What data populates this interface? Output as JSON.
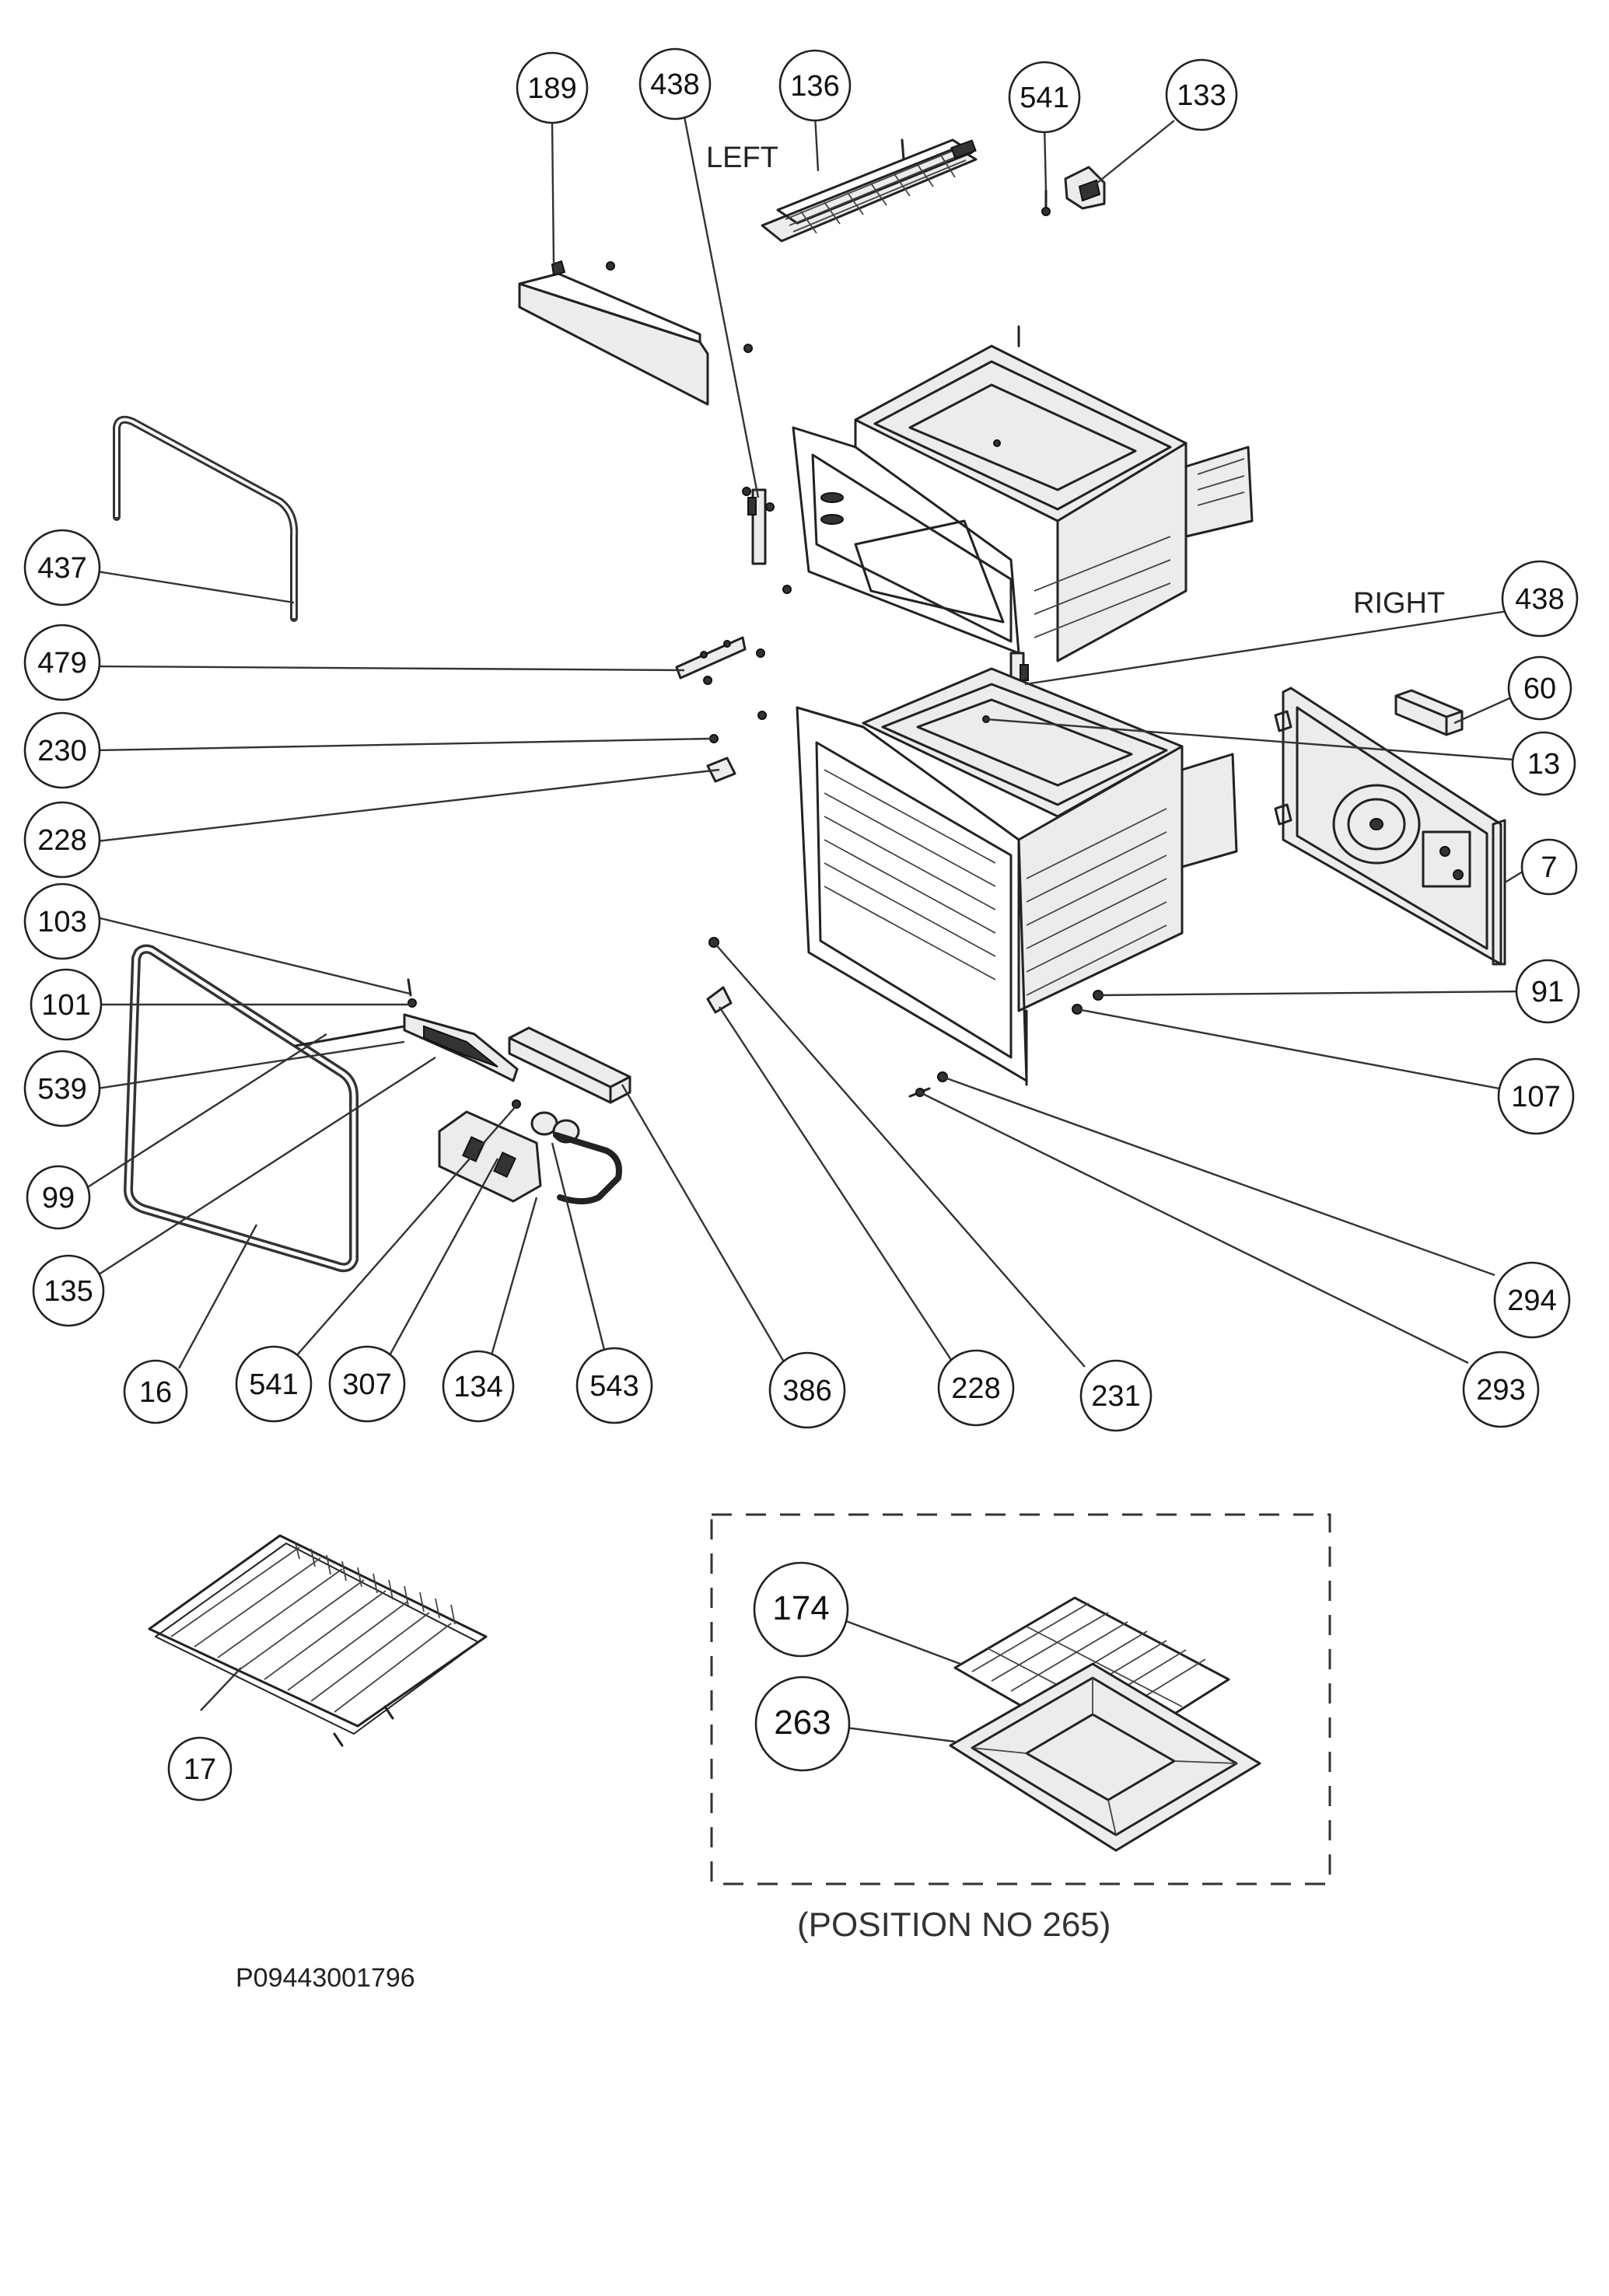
{
  "labels": {
    "left": "LEFT",
    "right": "RIGHT",
    "position_note": "(POSITION NO 265)",
    "drawing_code": "P09443001796"
  },
  "callouts": [
    {
      "id": "c189",
      "text": "189"
    },
    {
      "id": "c438a",
      "text": "438"
    },
    {
      "id": "c136",
      "text": "136"
    },
    {
      "id": "c541a",
      "text": "541"
    },
    {
      "id": "c133",
      "text": "133"
    },
    {
      "id": "c437",
      "text": "437"
    },
    {
      "id": "c438b",
      "text": "438"
    },
    {
      "id": "c60",
      "text": "60"
    },
    {
      "id": "c479",
      "text": "479"
    },
    {
      "id": "c13",
      "text": "13"
    },
    {
      "id": "c230",
      "text": "230"
    },
    {
      "id": "c7",
      "text": "7"
    },
    {
      "id": "c228a",
      "text": "228"
    },
    {
      "id": "c103",
      "text": "103"
    },
    {
      "id": "c91",
      "text": "91"
    },
    {
      "id": "c101",
      "text": "101"
    },
    {
      "id": "c107",
      "text": "107"
    },
    {
      "id": "c539",
      "text": "539"
    },
    {
      "id": "c99",
      "text": "99"
    },
    {
      "id": "c294",
      "text": "294"
    },
    {
      "id": "c135",
      "text": "135"
    },
    {
      "id": "c293",
      "text": "293"
    },
    {
      "id": "c16",
      "text": "16"
    },
    {
      "id": "c541b",
      "text": "541"
    },
    {
      "id": "c307",
      "text": "307"
    },
    {
      "id": "c134",
      "text": "134"
    },
    {
      "id": "c543",
      "text": "543"
    },
    {
      "id": "c386",
      "text": "386"
    },
    {
      "id": "c228b",
      "text": "228"
    },
    {
      "id": "c231",
      "text": "231"
    },
    {
      "id": "c17",
      "text": "17"
    },
    {
      "id": "c174",
      "text": "174"
    },
    {
      "id": "c263",
      "text": "263"
    }
  ]
}
